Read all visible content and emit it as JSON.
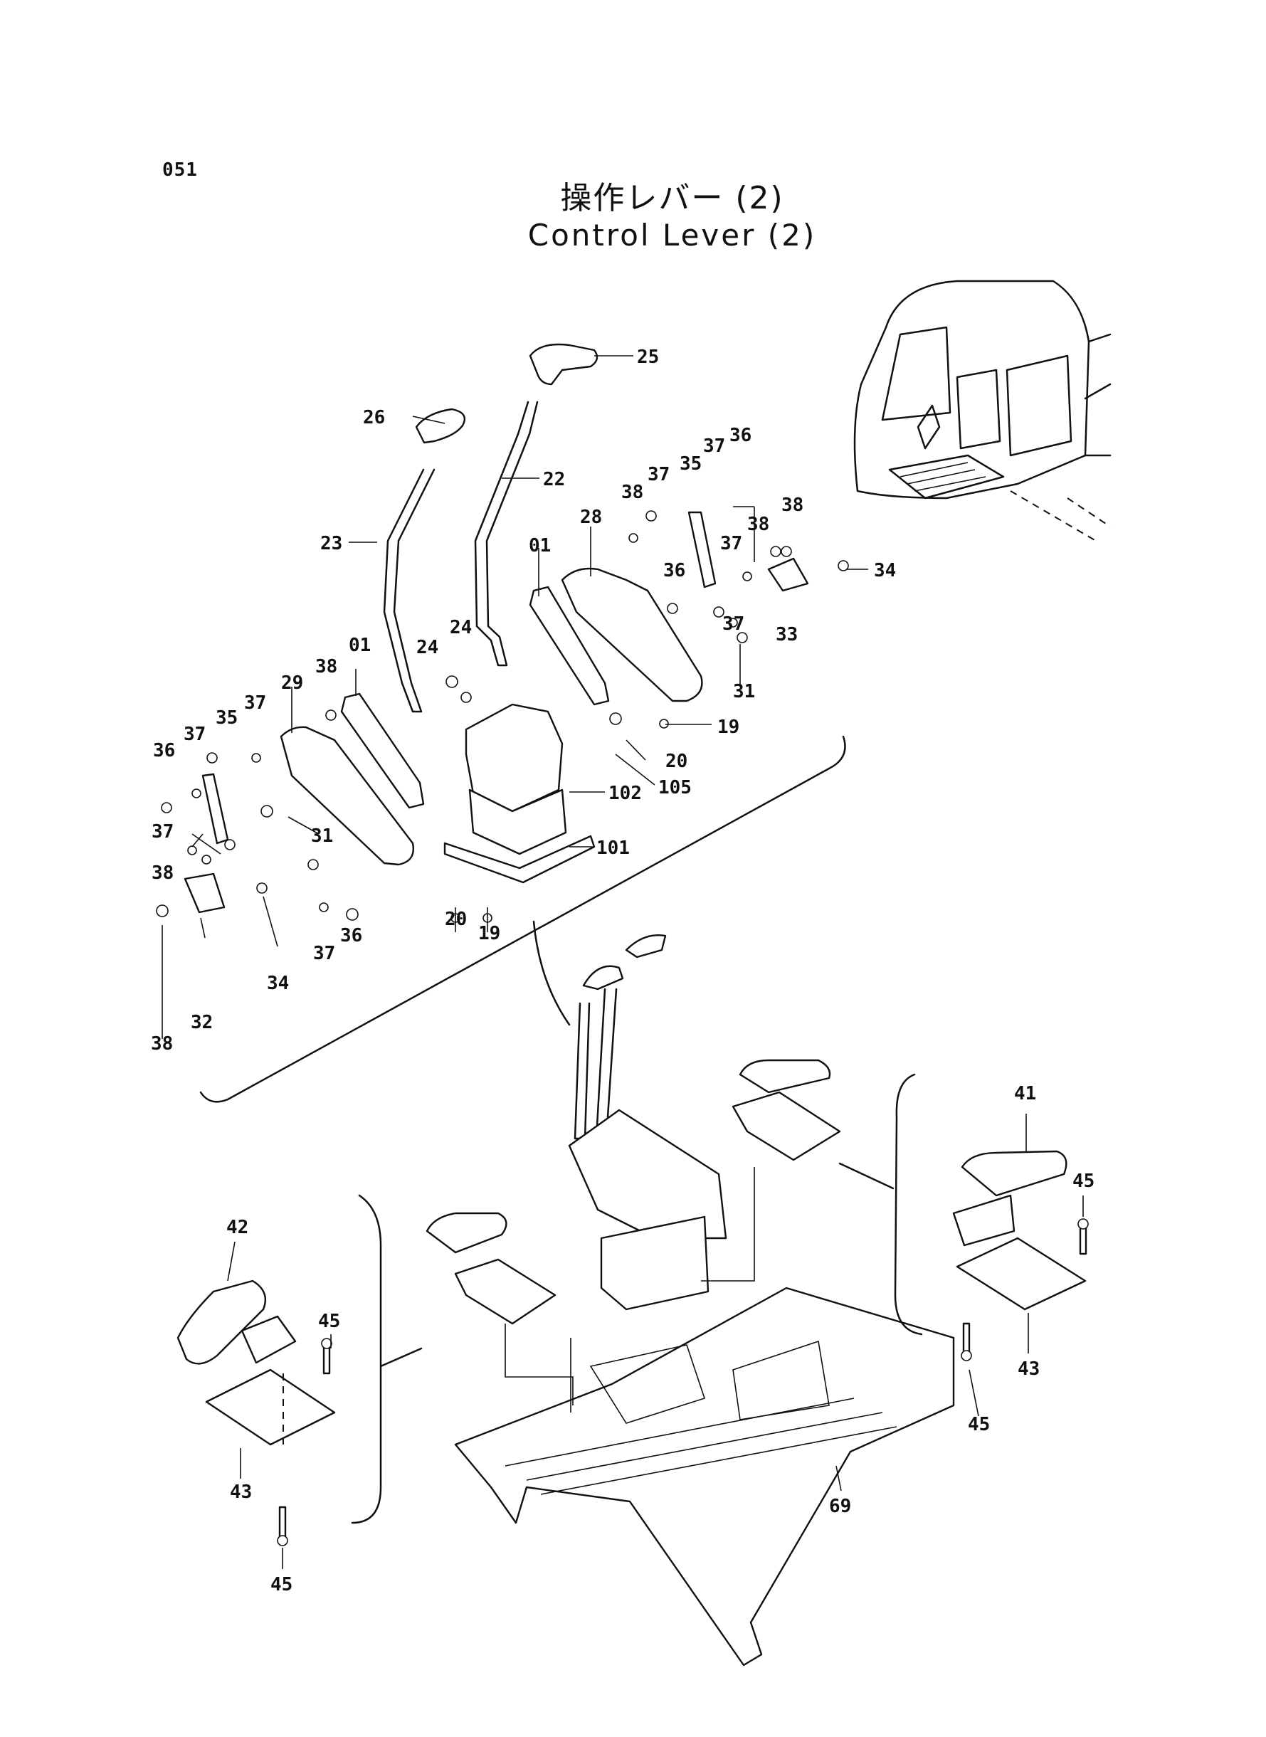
{
  "page_number": "051",
  "title_jp": "操作レバー (2)",
  "title_en": "Control Lever (2)",
  "callouts": {
    "c01a": "01",
    "c01b": "01",
    "c19a": "19",
    "c19b": "19",
    "c20a": "20",
    "c20b": "20",
    "c22": "22",
    "c23": "23",
    "c24a": "24",
    "c24b": "24",
    "c25": "25",
    "c26": "26",
    "c28": "28",
    "c29": "29",
    "c31a": "31",
    "c31b": "31",
    "c32": "32",
    "c33": "33",
    "c34a": "34",
    "c34b": "34",
    "c35a": "35",
    "c35b": "35",
    "c36a": "36",
    "c36b": "36",
    "c36c": "36",
    "c36d": "36",
    "c37a": "37",
    "c37b": "37",
    "c37c": "37",
    "c37d": "37",
    "c37e": "37",
    "c37f": "37",
    "c37g": "37",
    "c37h": "37",
    "c38a": "38",
    "c38b": "38",
    "c38c": "38",
    "c38d": "38",
    "c38e": "38",
    "c38f": "38",
    "c41": "41",
    "c42": "42",
    "c43a": "43",
    "c43b": "43",
    "c45a": "45",
    "c45b": "45",
    "c45c": "45",
    "c45d": "45",
    "c69": "69",
    "c101": "101",
    "c102": "102",
    "c105": "105"
  }
}
